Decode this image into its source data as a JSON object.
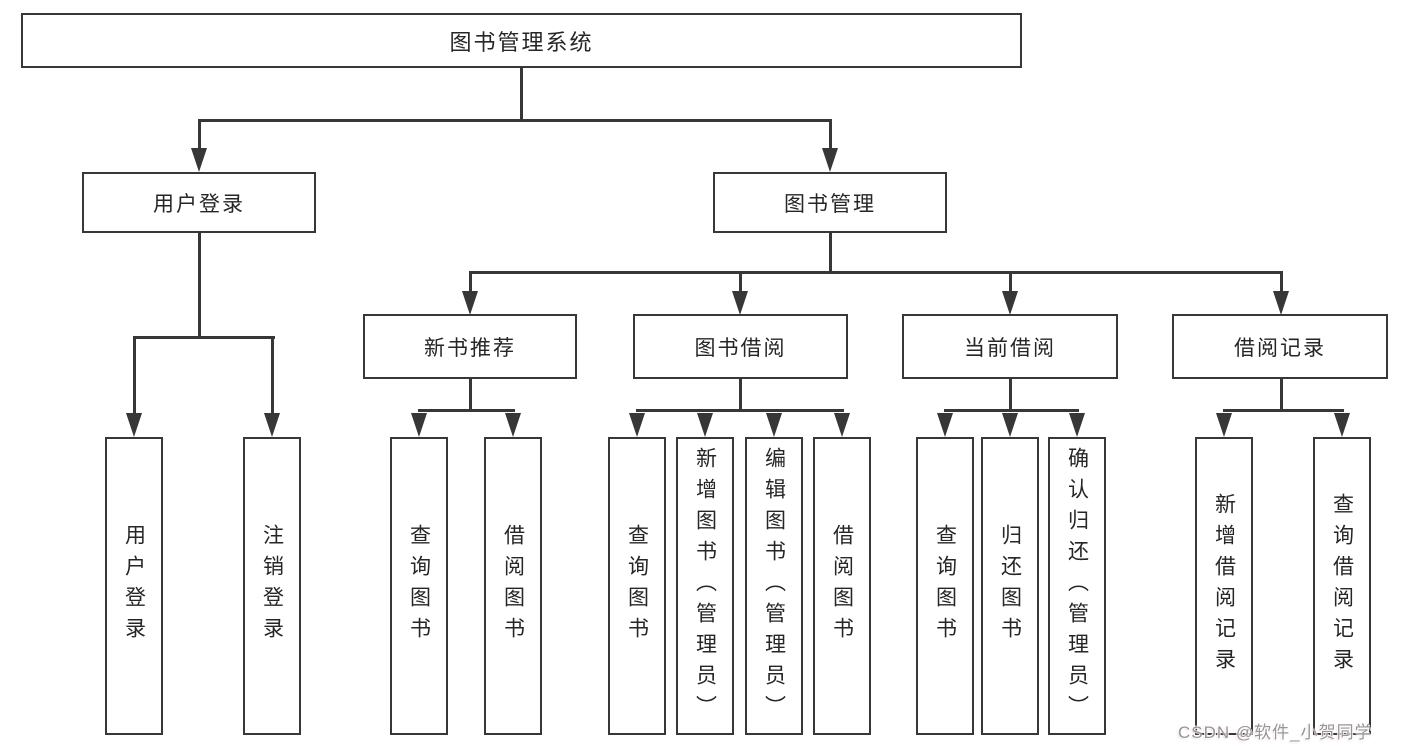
{
  "root": {
    "label": "图书管理系统"
  },
  "branches": [
    {
      "label": "用户登录",
      "children": [
        {
          "label": "用户登录"
        },
        {
          "label": "注销登录"
        }
      ]
    },
    {
      "label": "图书管理",
      "children": [
        {
          "label": "新书推荐",
          "children": [
            {
              "label": "查询图书"
            },
            {
              "label": "借阅图书"
            }
          ]
        },
        {
          "label": "图书借阅",
          "children": [
            {
              "label": "查询图书"
            },
            {
              "label": "新增图书（管理员）"
            },
            {
              "label": "编辑图书（管理员）"
            },
            {
              "label": "借阅图书"
            }
          ]
        },
        {
          "label": "当前借阅",
          "children": [
            {
              "label": "查询图书"
            },
            {
              "label": "归还图书"
            },
            {
              "label": "确认归还（管理员）"
            }
          ]
        },
        {
          "label": "借阅记录",
          "children": [
            {
              "label": "新增借阅记录"
            },
            {
              "label": "查询借阅记录"
            }
          ]
        }
      ]
    }
  ],
  "watermark": {
    "text": "CSDN @软件_小贺同学"
  },
  "colors": {
    "line": "#373737",
    "box_border": "#373737",
    "text": "#262626",
    "watermark_text": "#969696",
    "background": "#ffffff"
  }
}
